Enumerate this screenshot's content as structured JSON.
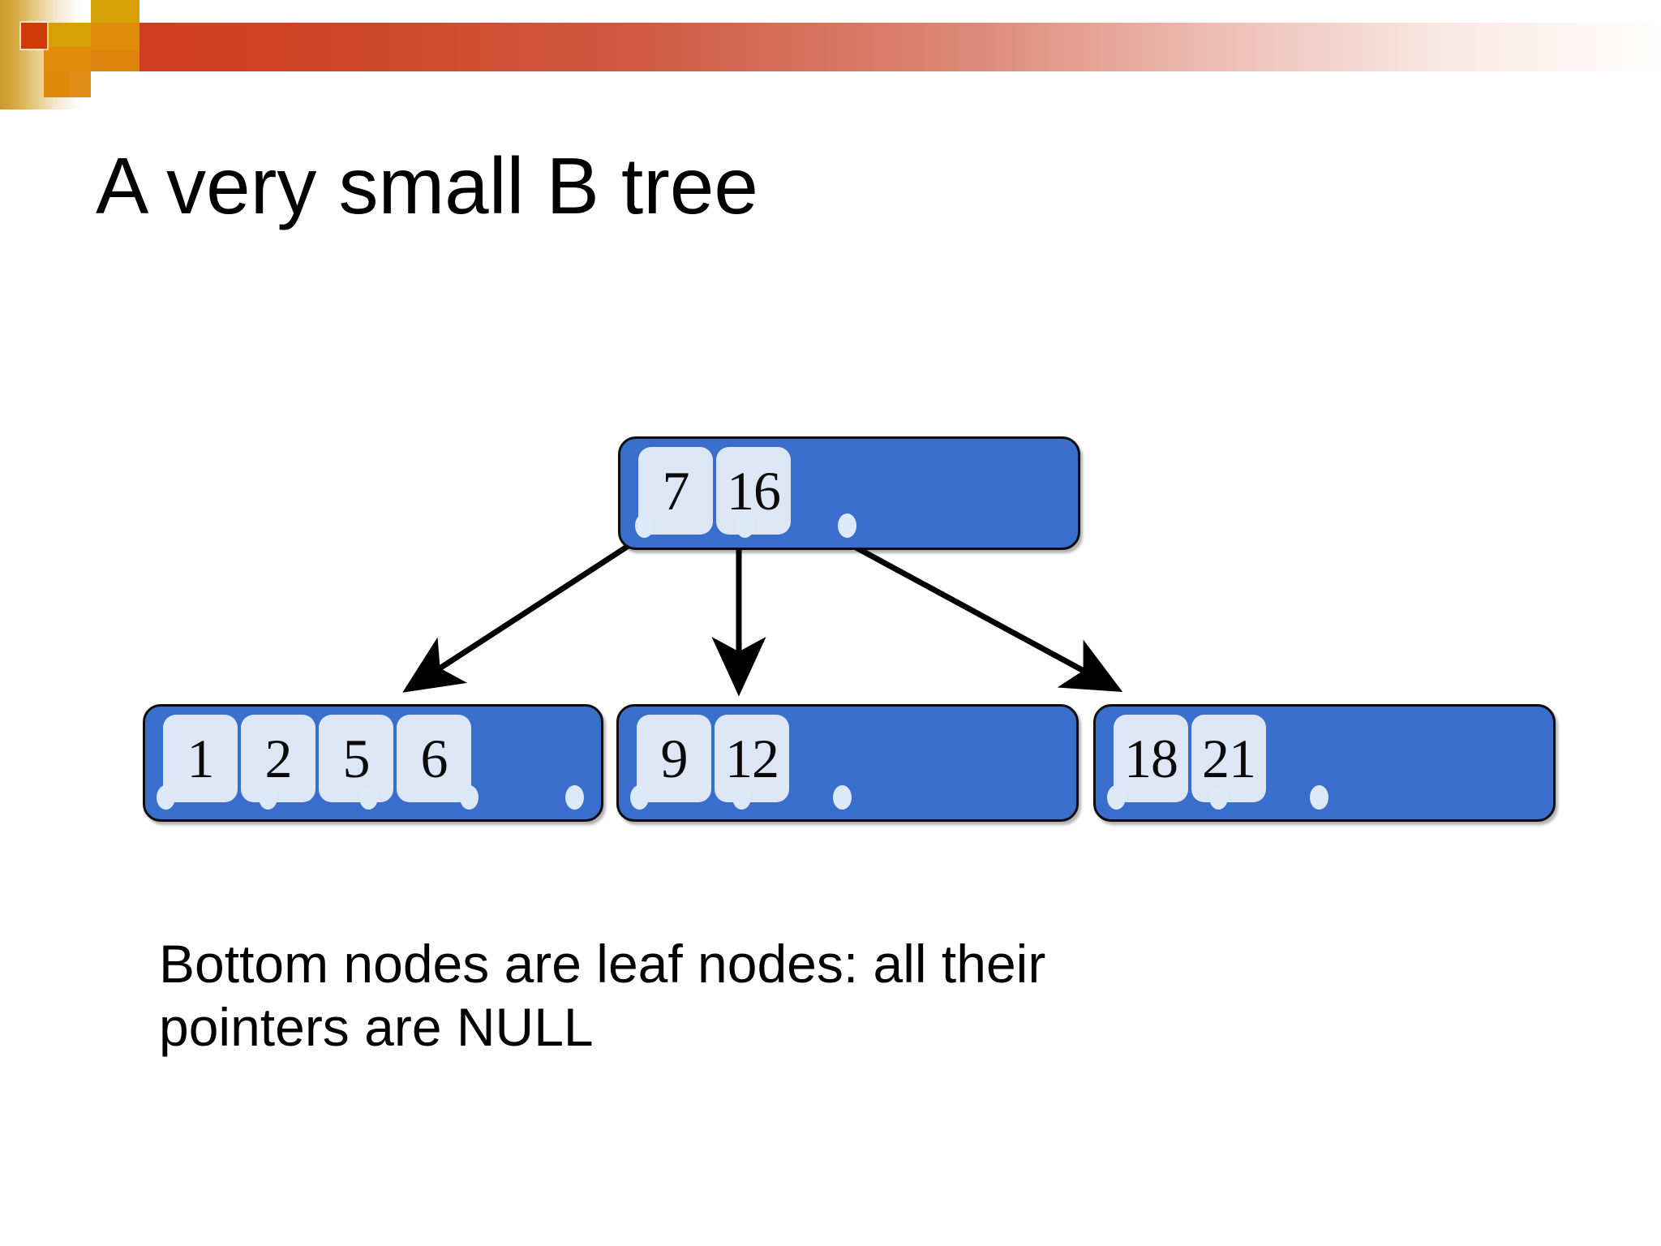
{
  "slide": {
    "title": "A very small B tree",
    "caption_line_1": "Bottom nodes are leaf nodes: all their",
    "caption_line_2": "pointers are NULL"
  },
  "colors": {
    "node_fill": "#3a6ecd",
    "key_cell_fill": "#dce6f5",
    "pointer_dot_fill": "#dce9f8",
    "node_border": "#0d0d0d",
    "arrow": "#000000",
    "title_text": "#000000",
    "band_red": "#cf3a18",
    "band_gold": "#d8a007",
    "band_orange": "#e08a0c",
    "band_dark_red": "#cf3a09"
  },
  "chart_data": {
    "type": "diagram",
    "diagram_kind": "b-tree",
    "title": "A very small B tree",
    "nodes": [
      {
        "id": "root",
        "role": "internal",
        "keys": [
          "7",
          "16"
        ],
        "pointer_count": 3
      },
      {
        "id": "leaf-1",
        "role": "leaf",
        "keys": [
          "1",
          "2",
          "5",
          "6"
        ],
        "pointer_count": 5
      },
      {
        "id": "leaf-2",
        "role": "leaf",
        "keys": [
          "9",
          "12"
        ],
        "pointer_count": 3
      },
      {
        "id": "leaf-3",
        "role": "leaf",
        "keys": [
          "18",
          "21"
        ],
        "pointer_count": 3
      }
    ],
    "edges": [
      {
        "from": "root",
        "from_pointer_index": 0,
        "to": "leaf-1"
      },
      {
        "from": "root",
        "from_pointer_index": 1,
        "to": "leaf-2"
      },
      {
        "from": "root",
        "from_pointer_index": 2,
        "to": "leaf-3"
      }
    ],
    "annotation": "Bottom nodes are leaf nodes: all their pointers are NULL"
  },
  "tree": {
    "root": {
      "keys": [
        "7",
        "16"
      ],
      "dots": [
        "",
        "",
        ""
      ]
    },
    "leaf_1": {
      "keys": [
        "1",
        "2",
        "5",
        "6"
      ],
      "dots": [
        "",
        "",
        "",
        "",
        ""
      ]
    },
    "leaf_2": {
      "keys": [
        "9",
        "12"
      ],
      "dots": [
        "",
        "",
        ""
      ]
    },
    "leaf_3": {
      "keys": [
        "18",
        "21"
      ],
      "dots": [
        "",
        "",
        ""
      ]
    }
  }
}
